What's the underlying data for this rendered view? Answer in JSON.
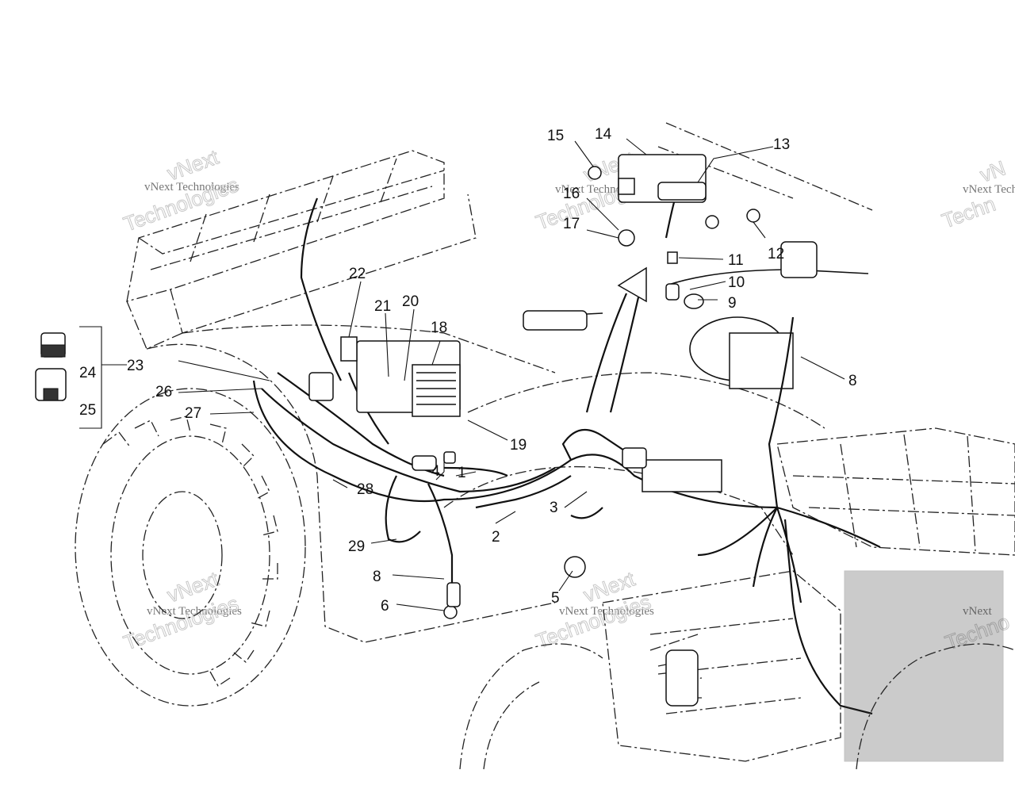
{
  "watermark": {
    "company_line": "vNext Technologies",
    "brand_word1": "vNext",
    "brand_word2": "Technologies",
    "cut_prefix": "vN",
    "cut_tech": "Techn",
    "cut_vnext": "vNext",
    "cut_tech_mid": "Techno"
  },
  "callouts": {
    "c1": "1",
    "c2": "2",
    "c3": "3",
    "c4": "4",
    "c5": "5",
    "c6": "6",
    "c8": "8",
    "c9": "9",
    "c10": "10",
    "c11": "11",
    "c12": "12",
    "c13": "13",
    "c14": "14",
    "c15": "15",
    "c16": "16",
    "c17": "17",
    "c18": "18",
    "c19": "19",
    "c20": "20",
    "c21": "21",
    "c22": "22",
    "c23": "23",
    "c24": "24",
    "c25": "25",
    "c26": "26",
    "c27": "27",
    "c28": "28",
    "c29": "29"
  }
}
